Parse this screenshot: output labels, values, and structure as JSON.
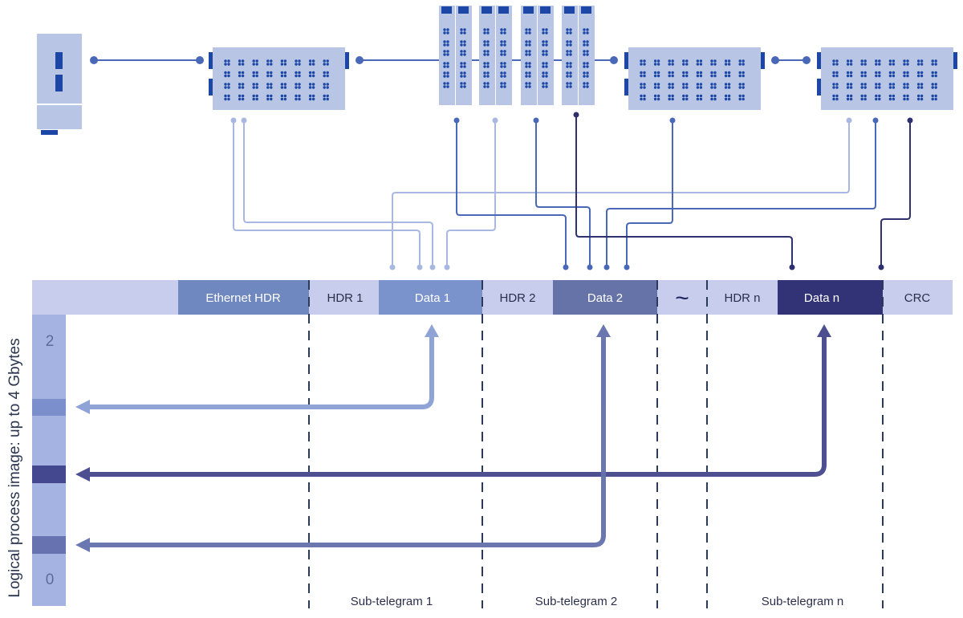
{
  "frame": {
    "ethernet_hdr": "Ethernet HDR",
    "hdr1": "HDR 1",
    "data1": "Data 1",
    "hdr2": "HDR 2",
    "data2": "Data 2",
    "gap": "~",
    "hdrn": "HDR n",
    "datan": "Data n",
    "crc": "CRC"
  },
  "sub_telegrams": [
    "Sub-telegram 1",
    "Sub-telegram 2",
    "Sub-telegram n"
  ],
  "process_image": {
    "axis_label": "Logical process image: up to 4 Gbytes",
    "top_label": "2",
    "bottom_label": "0"
  },
  "colors": {
    "frame_light": "#c8cdee",
    "ethernet_hdr": "#7088c0",
    "data1": "#7b93cc",
    "data2": "#6673a8",
    "datan": "#323376",
    "process_bar": "#a5b3e3",
    "wire_light": "#a9b8e0",
    "wire_mid": "#4a68b8",
    "wire_dark": "#2e3070",
    "device": "#b8c5e4",
    "device_accent": "#1c47a6"
  }
}
